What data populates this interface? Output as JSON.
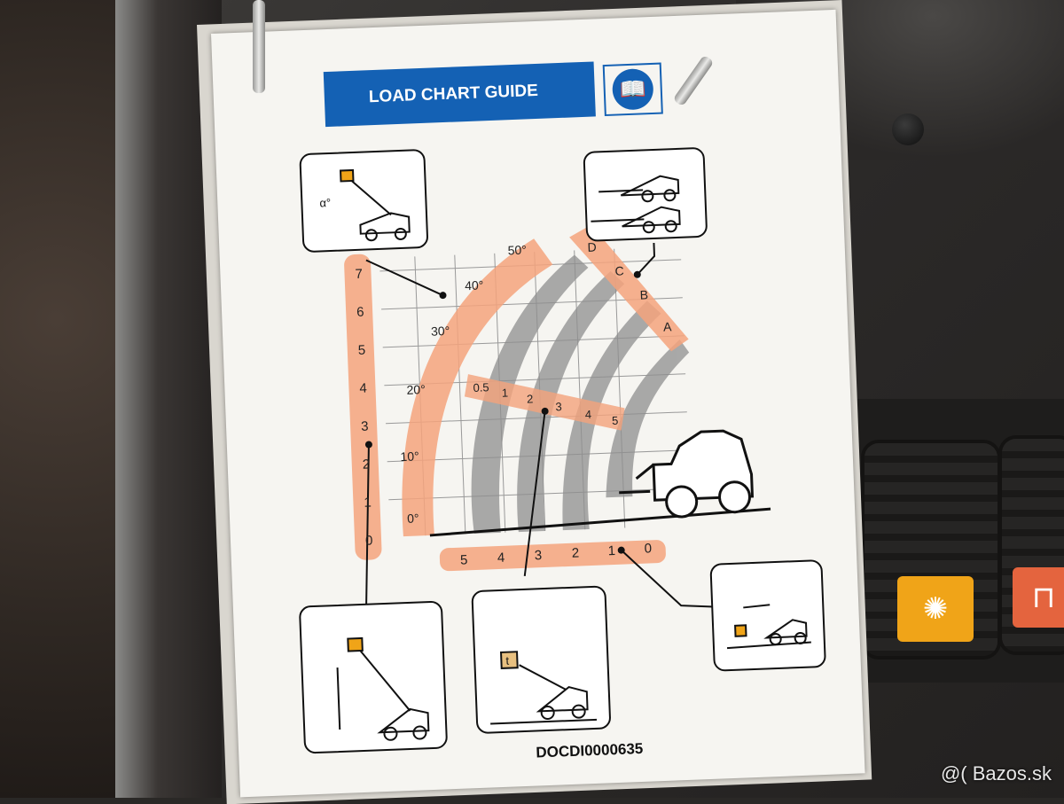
{
  "card": {
    "title": "LOAD CHART GUIDE",
    "manual_icon": "book-icon",
    "doc_code": "DOCDI0000635",
    "height_scale": [
      "0",
      "1",
      "2",
      "3",
      "4",
      "5",
      "6",
      "7"
    ],
    "angle_scale": [
      "0°",
      "10°",
      "20°",
      "30°",
      "40°",
      "50°"
    ],
    "extension_labels": [
      "A",
      "B",
      "C",
      "D"
    ],
    "load_scale": [
      "0.5",
      "1",
      "2",
      "3",
      "4",
      "5"
    ],
    "reach_scale": [
      "5",
      "4",
      "3",
      "2",
      "1",
      "0"
    ],
    "angle_symbol": "α°",
    "weight_symbol": "t"
  },
  "colors": {
    "accent_orange": "#f4a37c",
    "title_blue": "#1461b4",
    "indicator_yellow": "#f0a418",
    "indicator_red": "#e4643e"
  },
  "watermark": "@( Bazos.sk"
}
